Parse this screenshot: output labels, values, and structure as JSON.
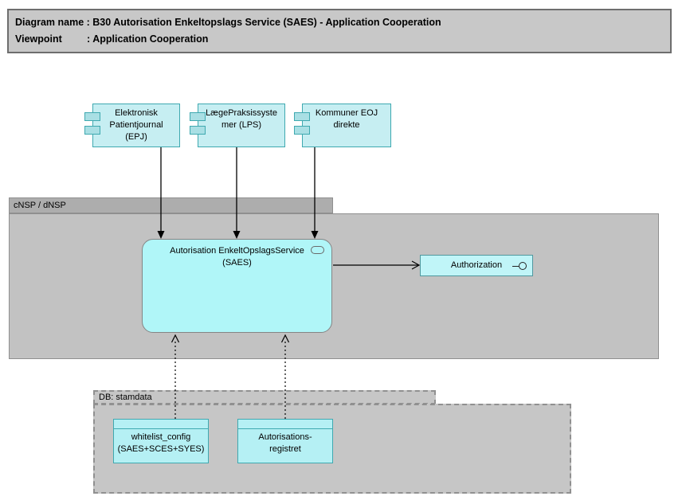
{
  "title": {
    "line1": "Diagram name : B30 Autorisation Enkeltopslags Service (SAES) - Application Cooperation",
    "line2": "Viewpoint         : Application Cooperation"
  },
  "components": [
    {
      "label": "Elektronisk\nPatientjournal\n(EPJ)"
    },
    {
      "label": "LægePraksissyste\nmer (LPS)"
    },
    {
      "label": "Kommuner EOJ\ndirekte"
    }
  ],
  "nsp_group": {
    "label": "cNSP / dNSP"
  },
  "service": {
    "label": "Autorisation EnkeltOpslagsService\n(SAES)"
  },
  "interface": {
    "label": "Authorization"
  },
  "db_group": {
    "label": "DB: stamdata"
  },
  "data_objects": [
    {
      "label": "whitelist_config\n(SAES+SCES+SYES)"
    },
    {
      "label": "Autorisations-\nregistret"
    }
  ],
  "relations": [
    {
      "from": "Elektronisk Patientjournal (EPJ)",
      "to": "Autorisation EnkeltOpslagsService (SAES)",
      "style": "solid-filled-arrow"
    },
    {
      "from": "LægePraksissystemer (LPS)",
      "to": "Autorisation EnkeltOpslagsService (SAES)",
      "style": "solid-filled-arrow"
    },
    {
      "from": "Kommuner EOJ direkte",
      "to": "Autorisation EnkeltOpslagsService (SAES)",
      "style": "solid-filled-arrow"
    },
    {
      "from": "Autorisation EnkeltOpslagsService (SAES)",
      "to": "Authorization",
      "style": "solid-open-arrow"
    },
    {
      "from": "whitelist_config (SAES+SCES+SYES)",
      "to": "Autorisation EnkeltOpslagsService (SAES)",
      "style": "dotted-open-arrow"
    },
    {
      "from": "Autorisationsregistret",
      "to": "Autorisation EnkeltOpslagsService (SAES)",
      "style": "dotted-open-arrow"
    }
  ],
  "colors": {
    "component_fill": "#c6eef2",
    "component_port_fill": "#a9dfe4",
    "component_border": "#3fa9b0",
    "service_fill": "#b0f6f8",
    "interface_fill": "#c0f5f8",
    "group_tab_fill": "#adadad",
    "group_body_fill": "#c2c2c2",
    "title_fill": "#c8c8c8",
    "arrow_color": "#000000"
  }
}
